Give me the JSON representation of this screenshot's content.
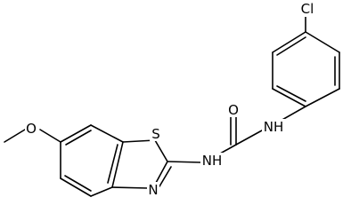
{
  "diagram": {
    "type": "chemical-structure",
    "background_color": "#ffffff",
    "line_color": "#000000",
    "atom_labels": {
      "chlorine": "Cl",
      "sulfur": "S",
      "nitrogen": "N",
      "oxygen_carbonyl": "O",
      "nh_upper": "NH",
      "nh_lower": "NH",
      "oxygen_methoxy": "O"
    }
  }
}
